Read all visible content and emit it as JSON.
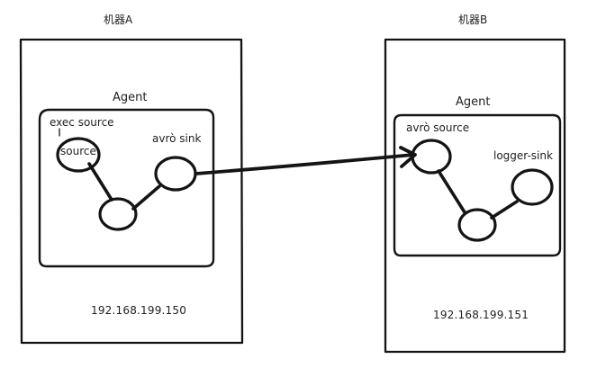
{
  "machines": [
    {
      "title": "机器A",
      "agent_label": "Agent",
      "ip": "192.168.199.150",
      "nodes": {
        "exec_source_label": "exec source",
        "source_label": "source",
        "avro_sink_label": "avrò sink"
      }
    },
    {
      "title": "机器B",
      "agent_label": "Agent",
      "ip": "192.168.199.151",
      "nodes": {
        "avro_source_label": "avrò source",
        "logger_sink_label": "logger-sink"
      }
    }
  ]
}
